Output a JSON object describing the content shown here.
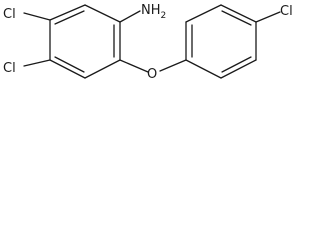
{
  "molecule": {
    "labels": {
      "cl_top_left": "Cl",
      "cl_bottom_left": "Cl",
      "amine": "NH2",
      "ether_oxygen": "O",
      "cl_right": "Cl"
    }
  }
}
